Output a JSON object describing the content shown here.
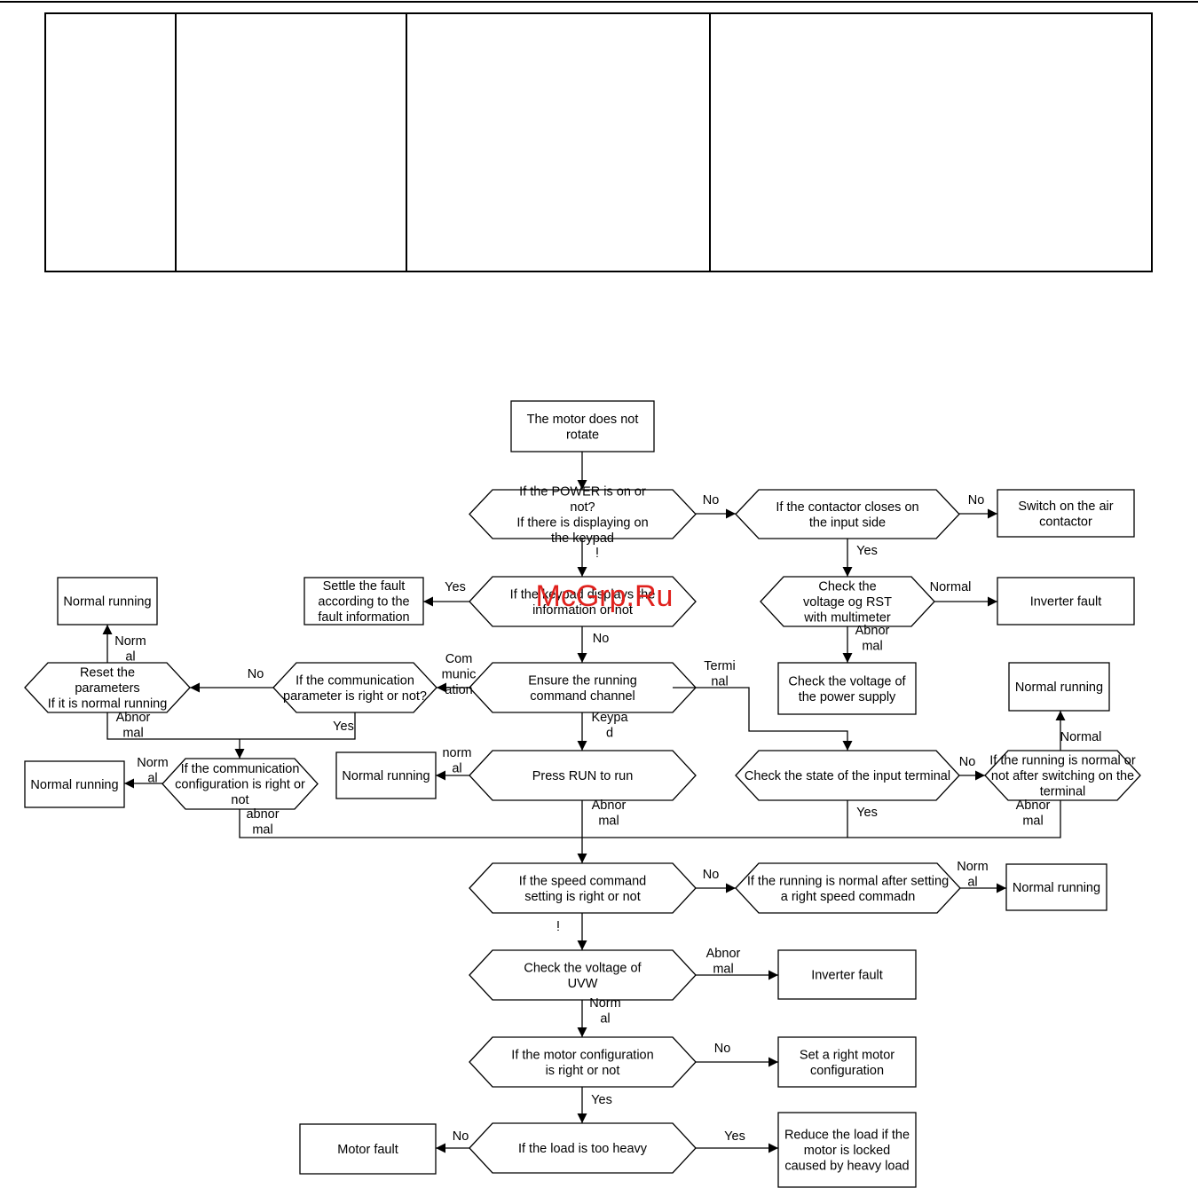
{
  "watermark": "McGrp.Ru",
  "nodes": {
    "start": [
      "The  motor does not",
      "rotate"
    ],
    "power": [
      "If the POWER is on or",
      "not?",
      "If there is displaying on",
      "the keypad"
    ],
    "contactor": [
      "If the contactor closes on",
      "the input side"
    ],
    "switch_air": [
      "Switch on the air",
      "contactor"
    ],
    "keypad_fault": [
      "If the keypad displays the",
      "information or not"
    ],
    "settle_fault": [
      "Settle the fault",
      "according to the",
      "fault information"
    ],
    "check_rst": [
      "Check the",
      "voltage og RST",
      "with multimeter"
    ],
    "inverter_fault_1": [
      "Inverter fault"
    ],
    "check_supply": [
      "Check the voltage of",
      "the power supply"
    ],
    "normal_running_tl": [
      "Normal running"
    ],
    "reset_params": [
      "Reset the",
      "parameters",
      "If it is normal running"
    ],
    "comm_param": [
      "If the communication",
      "parameter is right or not?"
    ],
    "ensure_channel": [
      "Ensure the running",
      "command channel"
    ],
    "normal_running_tr": [
      "Normal running"
    ],
    "normal_running_l": [
      "Normal running"
    ],
    "comm_config": [
      "If the communication",
      "configuration is right or",
      "not"
    ],
    "normal_running_ml": [
      "Normal running"
    ],
    "press_run": [
      "Press RUN to run"
    ],
    "check_terminal": [
      "Check the state of the input terminal"
    ],
    "running_after_switch": [
      "If the running is normal or",
      "not after switching on the",
      "terminal"
    ],
    "speed_cmd": [
      "If the speed command",
      "setting is right or not"
    ],
    "running_after_speed": [
      "If the running is normal after setting",
      "a right speed commadn"
    ],
    "normal_running_r": [
      "Normal running"
    ],
    "check_uvw": [
      "Check the voltage of",
      "UVW"
    ],
    "inverter_fault_2": [
      "Inverter fault"
    ],
    "motor_config": [
      "If the motor configuration",
      "is right or not"
    ],
    "set_motor_config": [
      "Set a right motor",
      "configuration"
    ],
    "load_heavy": [
      "If the load is too heavy"
    ],
    "motor_fault": [
      "Motor fault"
    ],
    "reduce_load": [
      "Reduce the load if the",
      "motor is locked",
      "caused by heavy load"
    ]
  },
  "edge_labels": {
    "power_no": [
      "No"
    ],
    "power_mark": [
      "ᴉ"
    ],
    "contactor_no": [
      "No"
    ],
    "contactor_yes": [
      "Yes"
    ],
    "keypad_yes": [
      "Yes"
    ],
    "keypad_no": [
      "No"
    ],
    "rst_normal": [
      "Normal"
    ],
    "rst_abnormal": [
      "Abnor",
      "mal"
    ],
    "reset_normal": [
      "Norm",
      "al"
    ],
    "reset_abnormal": [
      "Abnor",
      "mal"
    ],
    "comm_param_no": [
      "No"
    ],
    "comm_param_yes": [
      "Yes"
    ],
    "channel_comm": [
      "Com",
      "munic",
      "ation"
    ],
    "channel_terminal": [
      "Termi",
      "nal"
    ],
    "channel_keypad": [
      "Keypa",
      "d"
    ],
    "switch_normal": [
      "Normal"
    ],
    "comm_config_normal": [
      "Norm",
      "al"
    ],
    "comm_config_abnormal": [
      "abnor",
      "mal"
    ],
    "run_normal": [
      "norm",
      "al"
    ],
    "run_abnormal": [
      "Abnor",
      "mal"
    ],
    "terminal_no": [
      "No"
    ],
    "terminal_yes": [
      "Yes"
    ],
    "switch_abnormal": [
      "Abnor",
      "mal"
    ],
    "speed_no": [
      "No"
    ],
    "speed_normal": [
      "Norm",
      "al"
    ],
    "speed_mark": [
      "ᴉ"
    ],
    "uvw_abnormal": [
      "Abnor",
      "mal"
    ],
    "uvw_normal": [
      "Norm",
      "al"
    ],
    "motor_config_no": [
      "No"
    ],
    "motor_config_yes": [
      "Yes"
    ],
    "load_no": [
      "No"
    ],
    "load_yes": [
      "Yes"
    ]
  }
}
